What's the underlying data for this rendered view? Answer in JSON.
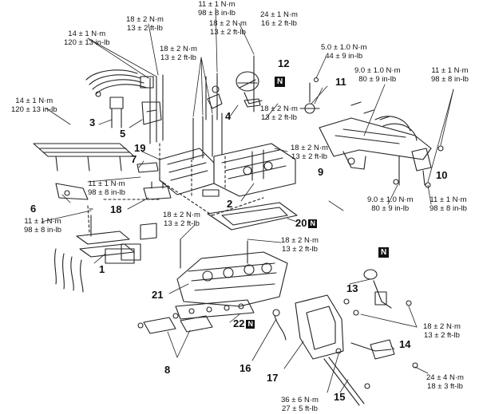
{
  "torques": {
    "t1": {
      "nm": "11 ± 1 N·m",
      "alt": "98 ± 8 in-lb"
    },
    "t2": {
      "nm": "18 ± 2 N·m",
      "alt": "13 ± 2 ft-lb"
    },
    "t3": {
      "nm": "24 ± 1 N·m",
      "alt": "16 ± 2 ft-lb"
    },
    "t4": {
      "nm": "14 ± 1 N·m",
      "alt": "120 ± 13 in-lb"
    },
    "t5": {
      "nm": "18 ± 2 N·m",
      "alt": "13 ± 2 ft-lb"
    },
    "t6": {
      "nm": "18 ± 2 N·m",
      "alt": "13 ± 2 ft-lb"
    },
    "t7": {
      "nm": "5.0 ± 1.0 N·m",
      "alt": "44 ± 9 in-lb"
    },
    "t8": {
      "nm": "11 ± 1 N·m",
      "alt": "98 ± 8 in-lb"
    },
    "t9": {
      "nm": "9.0 ± 1.0 N·m",
      "alt": "80 ± 9 in-lb"
    },
    "t10": {
      "nm": "14 ± 1 N·m",
      "alt": "120 ± 13 in-lb"
    },
    "t11": {
      "nm": "18 ± 2 N·m",
      "alt": "13 ± 2 ft-lb"
    },
    "t12": {
      "nm": "18 ± 2 N·m",
      "alt": "13 ± 2 ft-lb"
    },
    "t13": {
      "nm": "11 ± 1 N·m",
      "alt": "98 ± 8 in-lb"
    },
    "t14": {
      "nm": "9.0 ± 1.0 N·m",
      "alt": "80 ± 9 in-lb"
    },
    "t15": {
      "nm": "11 ± 1 N·m",
      "alt": "98 ± 8 in-lb"
    },
    "t16": {
      "nm": "11 ± 1 N·m",
      "alt": "98 ± 8 in-lb"
    },
    "t17": {
      "nm": "18 ± 2 N·m",
      "alt": "13 ± 2 ft-lb"
    },
    "t18": {
      "nm": "18 ± 2 N·m",
      "alt": "13 ± 2 ft-lb"
    },
    "t19": {
      "nm": "18 ± 2 N·m",
      "alt": "13 ± 2 ft-lb"
    },
    "t20": {
      "nm": "24 ± 4 N·m",
      "alt": "18 ± 3 ft-lb"
    },
    "t21": {
      "nm": "36 ± 6 N·m",
      "alt": "27 ± 5 ft-lb"
    }
  },
  "callouts": {
    "c1": "1",
    "c2": "2",
    "c3": "3",
    "c4": "4",
    "c5": "5",
    "c6": "6",
    "c7": "7",
    "c8": "8",
    "c9": "9",
    "c10": "10",
    "c11": "11",
    "c12": "12",
    "c13": "13",
    "c14": "14",
    "c15": "15",
    "c16": "16",
    "c17": "17",
    "c18": "18",
    "c19": "19",
    "c20": "20",
    "c21": "21",
    "c22": "22"
  },
  "new_part_marker": "N"
}
